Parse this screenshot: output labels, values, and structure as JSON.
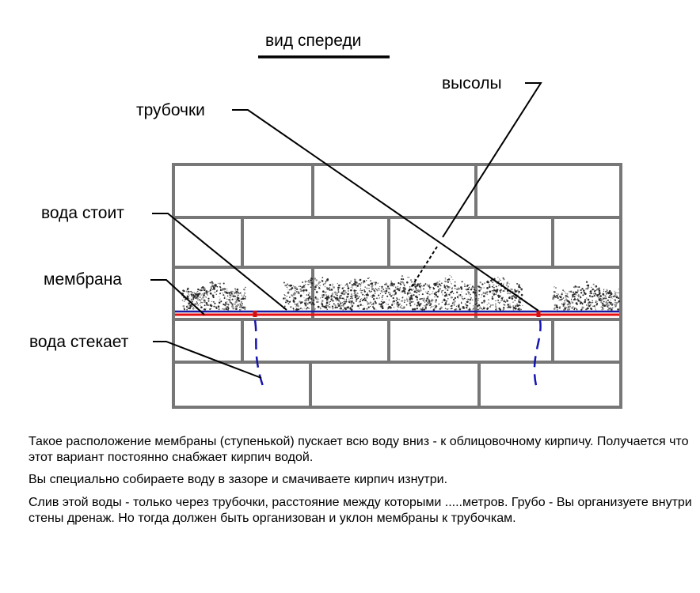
{
  "title": "вид спереди",
  "labels": {
    "tubes": "трубочки",
    "efflorescence": "высолы",
    "water_stands": "вода стоит",
    "membrane": "мембрана",
    "water_drains": "вода стекает"
  },
  "colors": {
    "brick_outline": "#777777",
    "membrane_red": "#e81010",
    "membrane_blue": "#1a1aa0",
    "drain_blue": "#1515b0",
    "tube_red": "#d01010"
  },
  "notes": [
    "Такое расположение мембраны (ступенькой) пускает всю воду вниз - к облицовочному кирпичу. Получается что этот вариант постоянно снабжает кирпич водой.",
    "Вы специально собираете воду в зазоре и смачиваете кирпич изнутри.",
    "Слив этой воды - только через трубочки, расстояние между которыми .....метров. Грубо - Вы организуете внутри стены дренаж. Но тогда должен быть организован и уклон мембраны к трубочкам."
  ]
}
